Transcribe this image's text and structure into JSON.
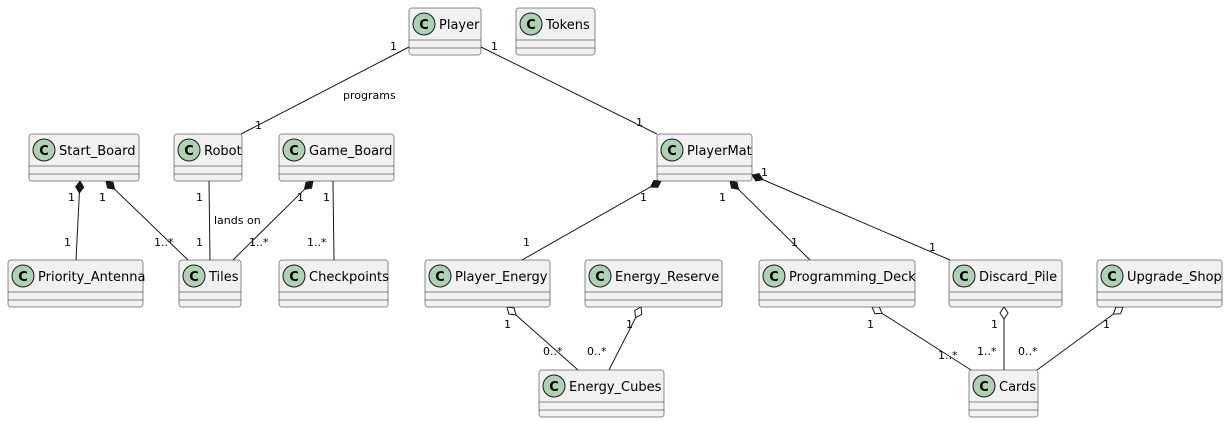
{
  "diagram": {
    "stereotype_letter": "C",
    "classes": [
      {
        "id": "player",
        "name": "Player"
      },
      {
        "id": "tokens",
        "name": "Tokens"
      },
      {
        "id": "start_board",
        "name": "Start_Board"
      },
      {
        "id": "robot",
        "name": "Robot"
      },
      {
        "id": "game_board",
        "name": "Game_Board"
      },
      {
        "id": "playermat",
        "name": "PlayerMat"
      },
      {
        "id": "priority_antenna",
        "name": "Priority_Antenna"
      },
      {
        "id": "tiles",
        "name": "Tiles"
      },
      {
        "id": "checkpoints",
        "name": "Checkpoints"
      },
      {
        "id": "player_energy",
        "name": "Player_Energy"
      },
      {
        "id": "energy_reserve",
        "name": "Energy_Reserve"
      },
      {
        "id": "programming_deck",
        "name": "Programming_Deck"
      },
      {
        "id": "discard_pile",
        "name": "Discard_Pile"
      },
      {
        "id": "upgrade_shop",
        "name": "Upgrade_Shop"
      },
      {
        "id": "energy_cubes",
        "name": "Energy_Cubes"
      },
      {
        "id": "cards",
        "name": "Cards"
      }
    ],
    "relations": [
      {
        "id": "player-robot",
        "from": "player",
        "to": "robot",
        "kind": "association",
        "label": "programs",
        "from_mult": "1",
        "to_mult": "1"
      },
      {
        "id": "player-playermat",
        "from": "player",
        "to": "playermat",
        "kind": "association",
        "label": "",
        "from_mult": "1",
        "to_mult": "1"
      },
      {
        "id": "start_board-priority_antenna",
        "from": "start_board",
        "to": "priority_antenna",
        "kind": "composition",
        "label": "",
        "from_mult": "1",
        "to_mult": "1"
      },
      {
        "id": "start_board-tiles",
        "from": "start_board",
        "to": "tiles",
        "kind": "composition",
        "label": "",
        "from_mult": "1",
        "to_mult": "1..*"
      },
      {
        "id": "robot-tiles",
        "from": "robot",
        "to": "tiles",
        "kind": "association",
        "label": "lands on",
        "from_mult": "1",
        "to_mult": "1"
      },
      {
        "id": "game_board-tiles",
        "from": "game_board",
        "to": "tiles",
        "kind": "composition",
        "label": "",
        "from_mult": "1",
        "to_mult": "1..*"
      },
      {
        "id": "game_board-checkpoints",
        "from": "game_board",
        "to": "checkpoints",
        "kind": "association",
        "label": "",
        "from_mult": "1",
        "to_mult": "1..*"
      },
      {
        "id": "playermat-player_energy",
        "from": "playermat",
        "to": "player_energy",
        "kind": "composition",
        "label": "",
        "from_mult": "1",
        "to_mult": "1"
      },
      {
        "id": "playermat-programming_deck",
        "from": "playermat",
        "to": "programming_deck",
        "kind": "composition",
        "label": "",
        "from_mult": "1",
        "to_mult": "1"
      },
      {
        "id": "playermat-discard_pile",
        "from": "playermat",
        "to": "discard_pile",
        "kind": "composition",
        "label": "",
        "from_mult": "1",
        "to_mult": "1"
      },
      {
        "id": "player_energy-energy_cubes",
        "from": "player_energy",
        "to": "energy_cubes",
        "kind": "aggregation",
        "label": "",
        "from_mult": "1",
        "to_mult": "0..*"
      },
      {
        "id": "energy_reserve-energy_cubes",
        "from": "energy_reserve",
        "to": "energy_cubes",
        "kind": "aggregation",
        "label": "",
        "from_mult": "1",
        "to_mult": "0..*"
      },
      {
        "id": "programming_deck-cards",
        "from": "programming_deck",
        "to": "cards",
        "kind": "aggregation",
        "label": "",
        "from_mult": "1",
        "to_mult": "1..*"
      },
      {
        "id": "discard_pile-cards",
        "from": "discard_pile",
        "to": "cards",
        "kind": "aggregation",
        "label": "",
        "from_mult": "1",
        "to_mult": "1..*"
      },
      {
        "id": "upgrade_shop-cards",
        "from": "upgrade_shop",
        "to": "cards",
        "kind": "aggregation",
        "label": "",
        "from_mult": "1",
        "to_mult": "0..*"
      }
    ]
  }
}
